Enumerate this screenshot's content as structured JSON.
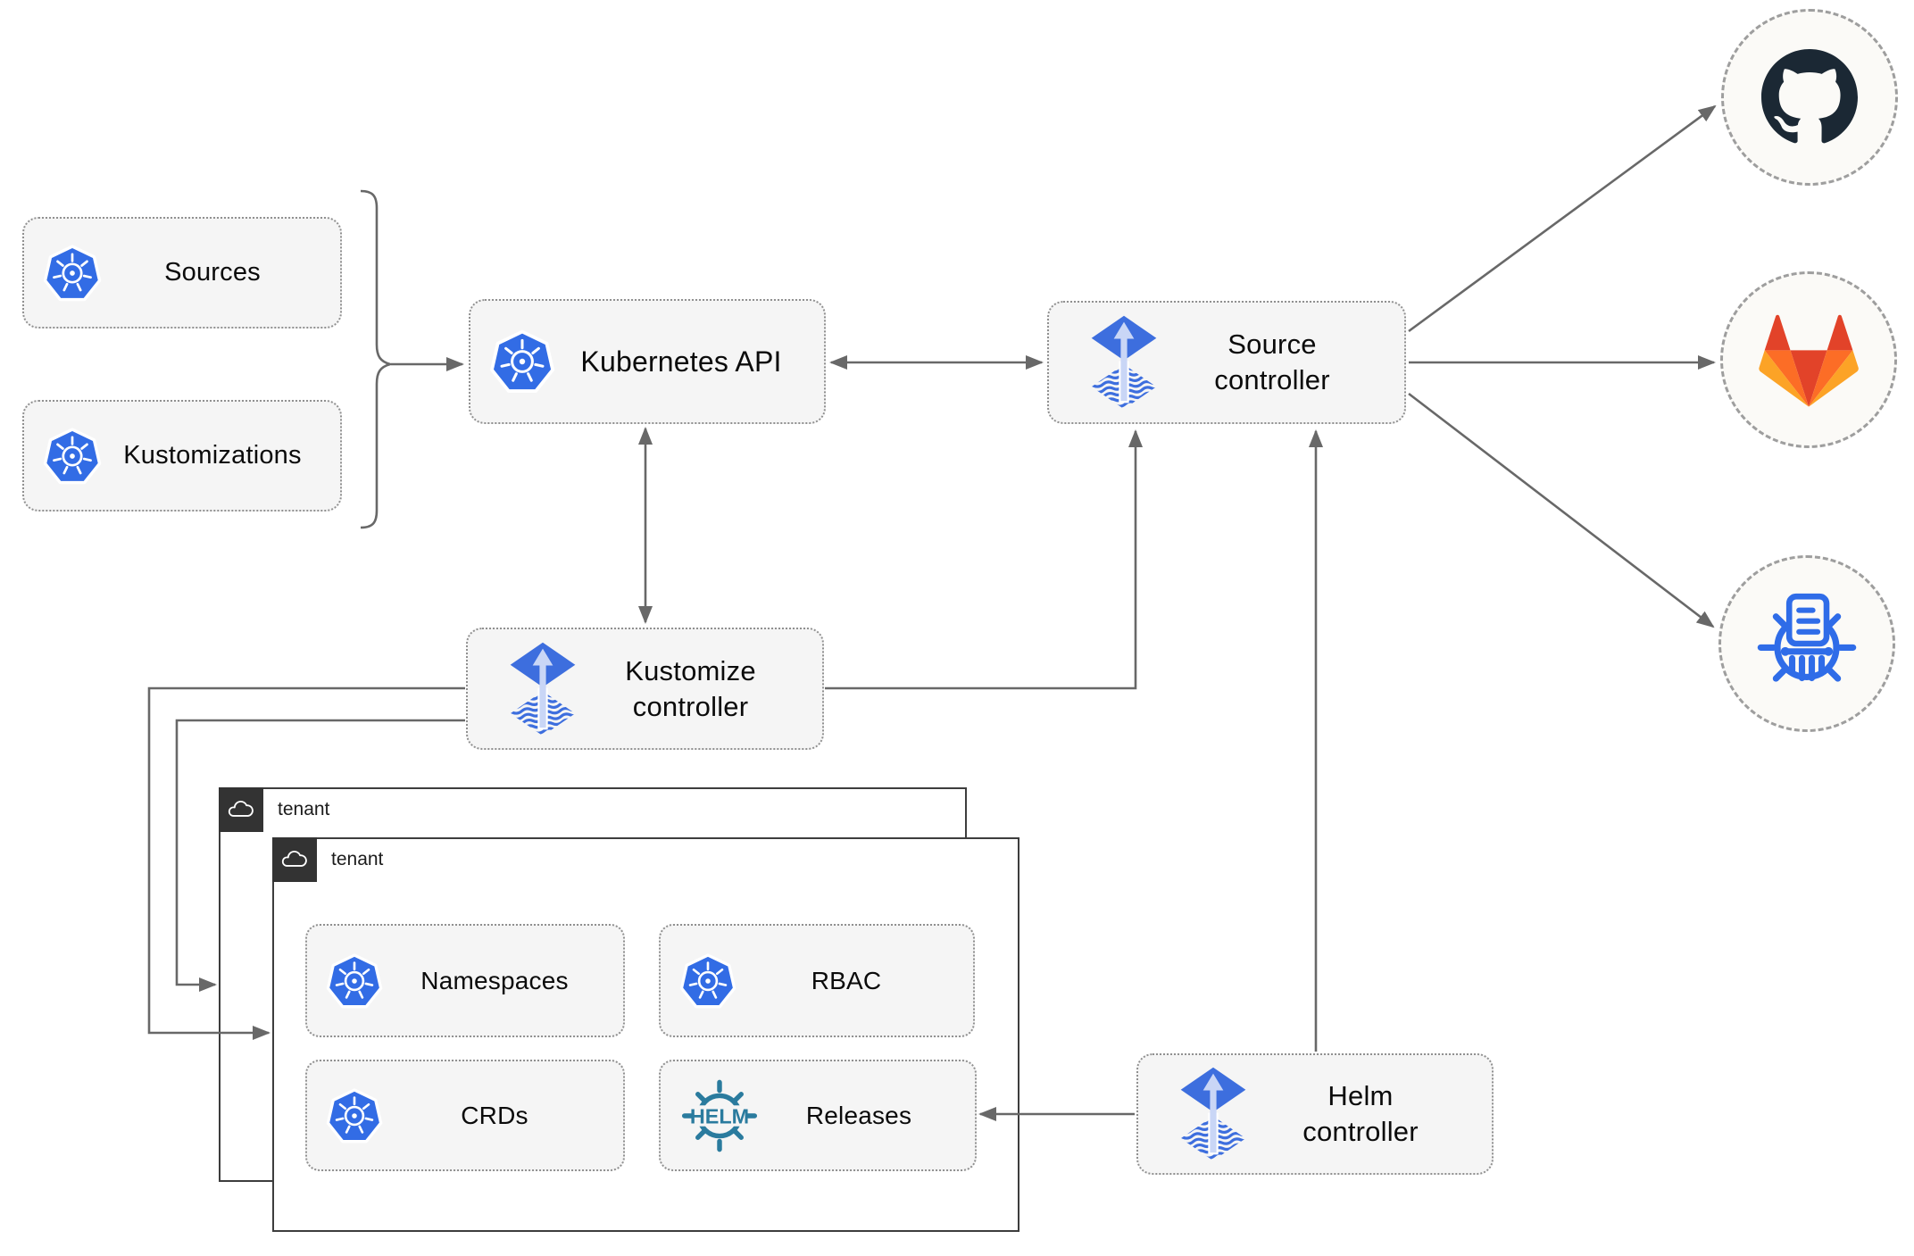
{
  "diagram": {
    "left_group": {
      "sources": "Sources",
      "kustomizations": "Kustomizations"
    },
    "core": {
      "kubernetes_api": "Kubernetes API",
      "source_controller": "Source controller",
      "kustomize_controller": "Kustomize controller",
      "helm_controller": "Helm controller"
    },
    "tenants": {
      "outer_label": "tenant",
      "inner_label": "tenant",
      "resources": {
        "namespaces": "Namespaces",
        "rbac": "RBAC",
        "crds": "CRDs",
        "releases": "Releases"
      }
    },
    "releases_icon_text": "HELM",
    "remotes": {
      "github": "github-logo",
      "gitlab": "gitlab-logo",
      "oci_registry": "container-registry-logo"
    },
    "colors": {
      "kubernetes_blue": "#326ce5",
      "flux_blue": "#3d6ede",
      "flux_arrow_light": "#c9d6f6",
      "helm_teal": "#2a7b9e",
      "registry_blue": "#2f6ce8",
      "github_dark": "#1b2834",
      "gitlab_red": "#e24329",
      "gitlab_orange": "#fc6d26",
      "gitlab_amber": "#fca326",
      "node_fill": "#f5f5f5",
      "node_border": "#909090",
      "connector_gray": "#686868",
      "tenant_tab": "#333333"
    }
  }
}
